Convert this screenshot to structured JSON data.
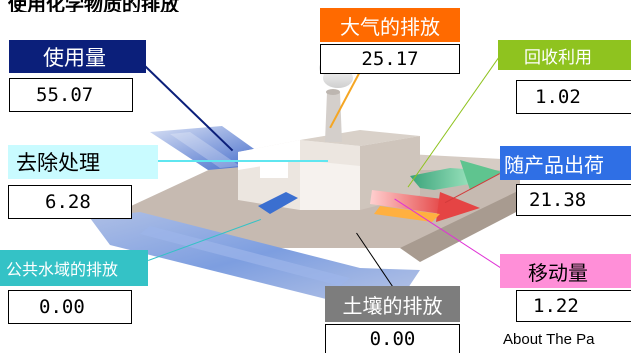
{
  "heading_partial": "使用化学物质的排放",
  "footer_partial": "About The Pa",
  "colors": {
    "usage": "#0b1f7a",
    "air": "#ff6a00",
    "recycle": "#8fc31f",
    "removal": "#c9fbff",
    "product": "#2f6fe5",
    "water": "#34c2c6",
    "transfer": "#ff8fd8",
    "soil": "#7d7d7d"
  },
  "items": {
    "usage": {
      "label": "使用量",
      "value": "55.07"
    },
    "air": {
      "label": "大气的排放",
      "value": "25.17"
    },
    "recycle": {
      "label": "回收利用",
      "value": "1.02"
    },
    "removal": {
      "label": "去除处理",
      "value": "6.28"
    },
    "product": {
      "label": "随产品出荷",
      "value": "21.38"
    },
    "water": {
      "label": "公共水域的排放",
      "value": "0.00"
    },
    "transfer": {
      "label": "移动量",
      "value": "1.22"
    },
    "soil": {
      "label": "土壤的排放",
      "value": "0.00"
    }
  }
}
